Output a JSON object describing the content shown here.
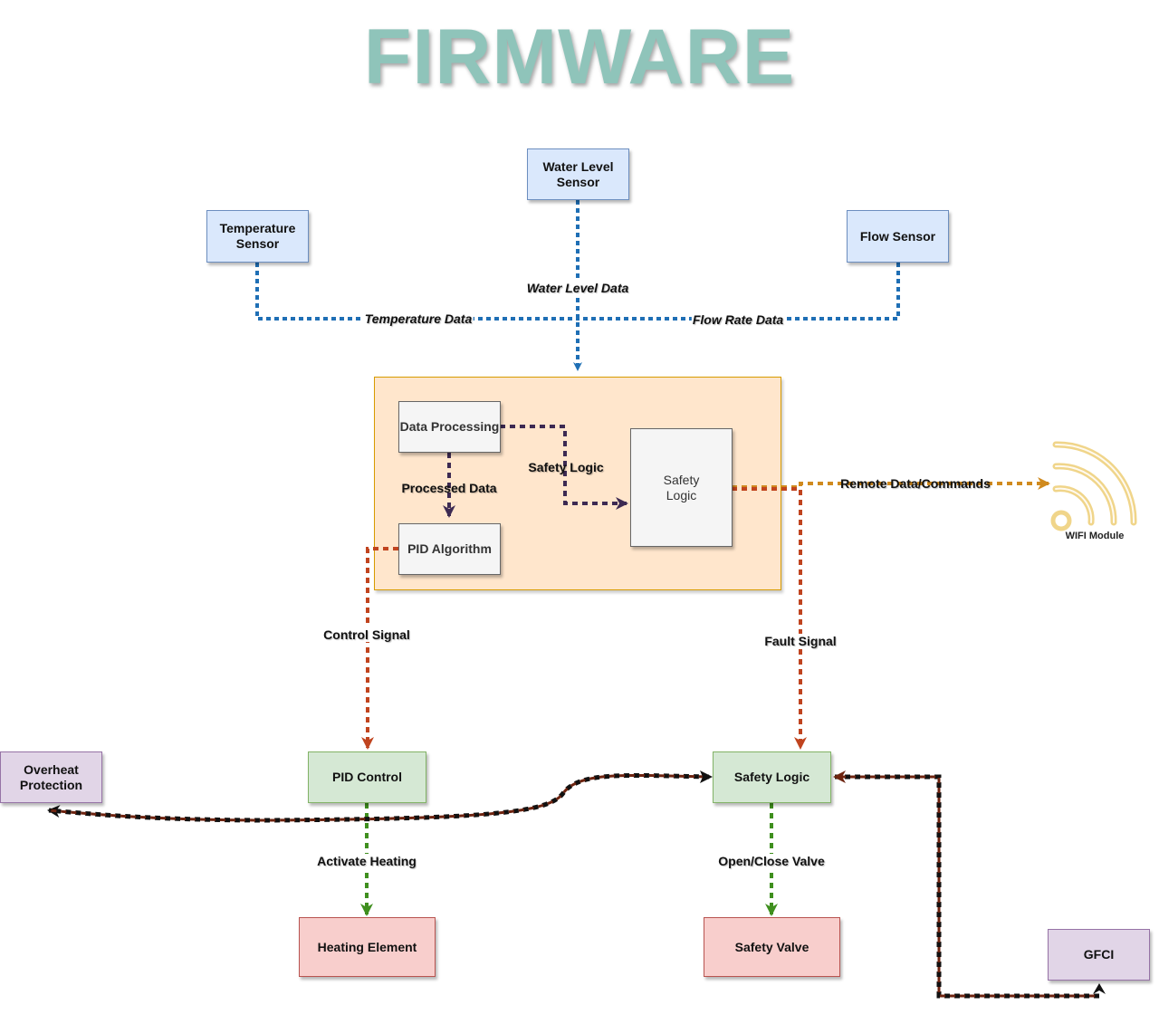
{
  "title": "FIRMWARE",
  "nodes": {
    "water_level_sensor": "Water Level\nSensor",
    "temperature_sensor": "Temperature\nSensor",
    "flow_sensor": "Flow Sensor",
    "data_processing": "Data Processing",
    "pid_algorithm": "PID Algorithm",
    "safety_logic_inner": "Safety\nLogic",
    "pid_control": "PID Control",
    "safety_logic": "Safety Logic",
    "overheat_protection": "Overheat\nProtection",
    "heating_element": "Heating Element",
    "safety_valve": "Safety Valve",
    "gfci": "GFCI",
    "wifi_module": "WIFI Module"
  },
  "edge_labels": {
    "water_level_data": "Water Level Data",
    "temperature_data": "Temperature Data",
    "flow_rate_data": "Flow Rate Data",
    "safety_logic": "Safety Logic",
    "processed_data": "Processed Data",
    "remote_data": "Remote Data/Commands",
    "control_signal": "Control Signal",
    "fault_signal": "Fault Signal",
    "activate_heating": "Activate Heating",
    "open_close_valve": "Open/Close Valve"
  },
  "colors": {
    "sensor_data": "#1f6fb5",
    "internal": "#3d2a52",
    "control": "#c0441f",
    "remote": "#d08a1e",
    "actuation": "#3f8f1e",
    "feedback": "#6e2410"
  },
  "icons": {
    "wifi": "wifi-icon"
  }
}
